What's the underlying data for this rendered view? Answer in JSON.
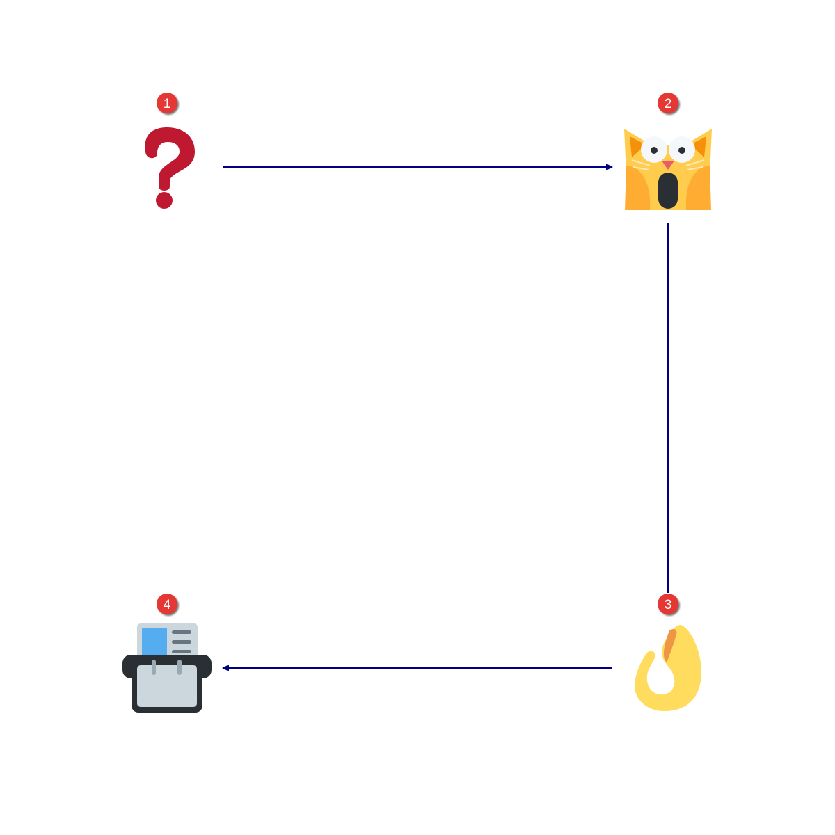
{
  "diagram": {
    "nodes": [
      {
        "id": "n1",
        "step": "1",
        "icon": "question-mark-icon"
      },
      {
        "id": "n2",
        "step": "2",
        "icon": "weary-cat-face-icon"
      },
      {
        "id": "n3",
        "step": "3",
        "icon": "ok-hand-icon"
      },
      {
        "id": "n4",
        "step": "4",
        "icon": "card-index-icon"
      }
    ],
    "edges": [
      {
        "from": "n1",
        "to": "n2"
      },
      {
        "from": "n2",
        "to": "n3"
      },
      {
        "from": "n3",
        "to": "n4"
      }
    ],
    "colors": {
      "arrow": "#000080",
      "badge": "#e53935",
      "badge_text": "#ffffff"
    }
  }
}
